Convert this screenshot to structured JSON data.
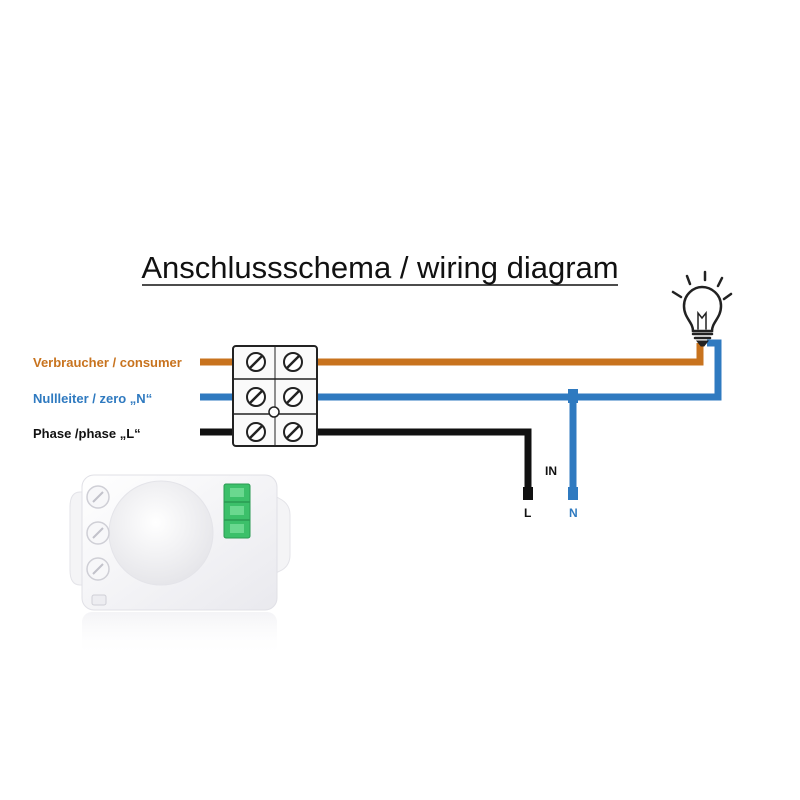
{
  "title": "Anschlussschema / wiring diagram",
  "wires": {
    "consumer": {
      "label": "Verbraucher / consumer",
      "color": "#c8731e"
    },
    "neutral": {
      "label": "Nullleiter / zero „N“",
      "color": "#2f7ac0"
    },
    "phase": {
      "label": "Phase /phase „L“",
      "color": "#111111"
    }
  },
  "inputs": {
    "group_label": "IN",
    "phase_terminal": "L",
    "neutral_terminal": "N"
  },
  "icons": {
    "lamp": "light-bulb-icon",
    "terminal_block": "screw-terminal-block",
    "sensor": "motion-sensor-module"
  }
}
